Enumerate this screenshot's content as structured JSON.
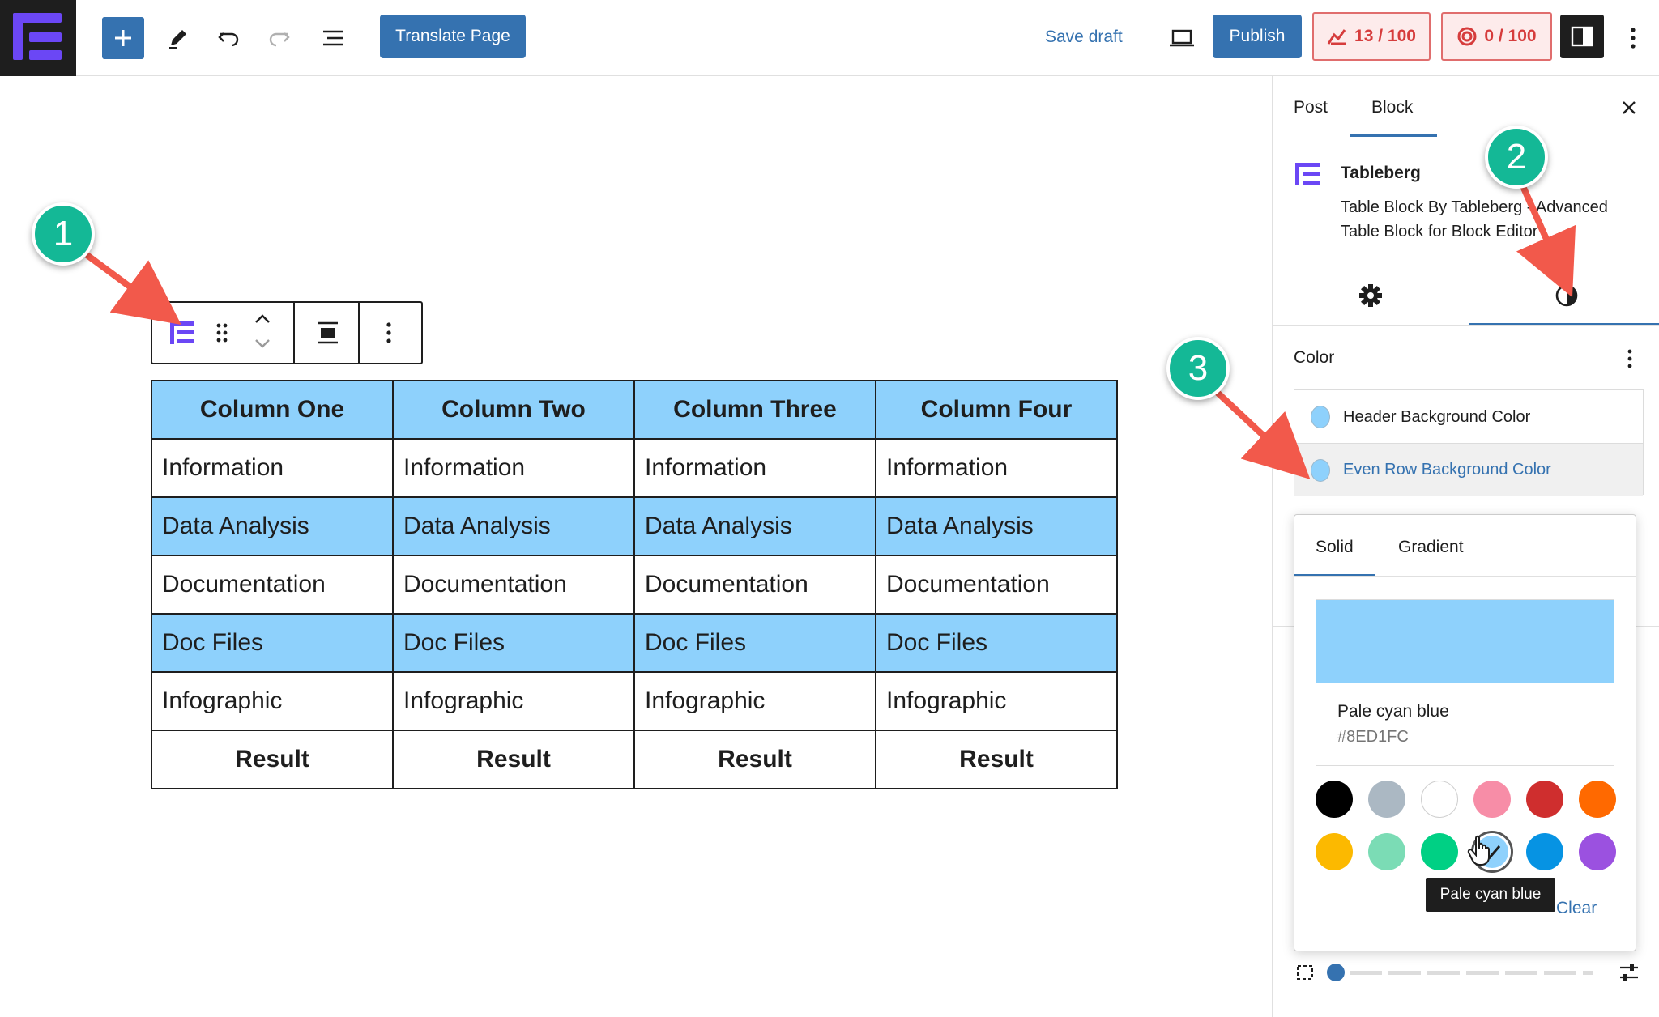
{
  "topbar": {
    "translate_label": "Translate Page",
    "save_draft_label": "Save draft",
    "publish_label": "Publish",
    "seo_score": "13 / 100",
    "readability_score": "0 / 100"
  },
  "table": {
    "headers": [
      "Column One",
      "Column Two",
      "Column Three",
      "Column Four"
    ],
    "rows": [
      [
        "Information",
        "Information",
        "Information",
        "Information"
      ],
      [
        "Data Analysis",
        "Data Analysis",
        "Data Analysis",
        "Data Analysis"
      ],
      [
        "Documentation",
        "Documentation",
        "Documentation",
        "Documentation"
      ],
      [
        "Doc Files",
        "Doc Files",
        "Doc Files",
        "Doc Files"
      ],
      [
        "Infographic",
        "Infographic",
        "Infographic",
        "Infographic"
      ]
    ],
    "footer": [
      "Result",
      "Result",
      "Result",
      "Result"
    ]
  },
  "sidebar": {
    "tab_post": "Post",
    "tab_block": "Block",
    "block_title": "Tableberg",
    "block_description": "Table Block By Tableberg - Advanced Table Block for Block Editor",
    "color_section_label": "Color",
    "color_items": [
      {
        "label": "Header Background Color",
        "color": "#8ED1FC"
      },
      {
        "label": "Even Row Background Color",
        "color": "#8ED1FC"
      }
    ]
  },
  "popover": {
    "tab_solid": "Solid",
    "tab_gradient": "Gradient",
    "color_name": "Pale cyan blue",
    "color_hex": "#8ED1FC",
    "palette": [
      {
        "name": "Black",
        "color": "#000000"
      },
      {
        "name": "Cyan bluish gray",
        "color": "#abb8c3"
      },
      {
        "name": "White",
        "color": "#ffffff"
      },
      {
        "name": "Pale pink",
        "color": "#f78da7"
      },
      {
        "name": "Vivid red",
        "color": "#cf2e2e"
      },
      {
        "name": "Luminous vivid orange",
        "color": "#ff6900"
      },
      {
        "name": "Luminous vivid amber",
        "color": "#fcb900"
      },
      {
        "name": "Light green cyan",
        "color": "#7bdcb5"
      },
      {
        "name": "Vivid green cyan",
        "color": "#00d084"
      },
      {
        "name": "Pale cyan blue",
        "color": "#8ed1fc"
      },
      {
        "name": "Vivid cyan blue",
        "color": "#0693e3"
      },
      {
        "name": "Vivid purple",
        "color": "#9b51e0"
      }
    ],
    "tooltip": "Pale cyan blue",
    "clear_label": "Clear"
  },
  "annotations": [
    "1",
    "2",
    "3"
  ],
  "colors": {
    "accent": "#3572B0",
    "badge": "#14B896",
    "arrow": "#F2594B",
    "score_red": "#D63C3C"
  },
  "icons": [
    "add-icon",
    "pen-icon",
    "undo-icon",
    "redo-icon",
    "list-view-icon",
    "laptop-icon",
    "sidebar-icon",
    "more-vertical-icon",
    "tableberg-icon",
    "drag-icon",
    "chevron-up-icon",
    "chevron-down-icon",
    "align-icon",
    "close-icon",
    "gear-icon",
    "contrast-icon"
  ]
}
